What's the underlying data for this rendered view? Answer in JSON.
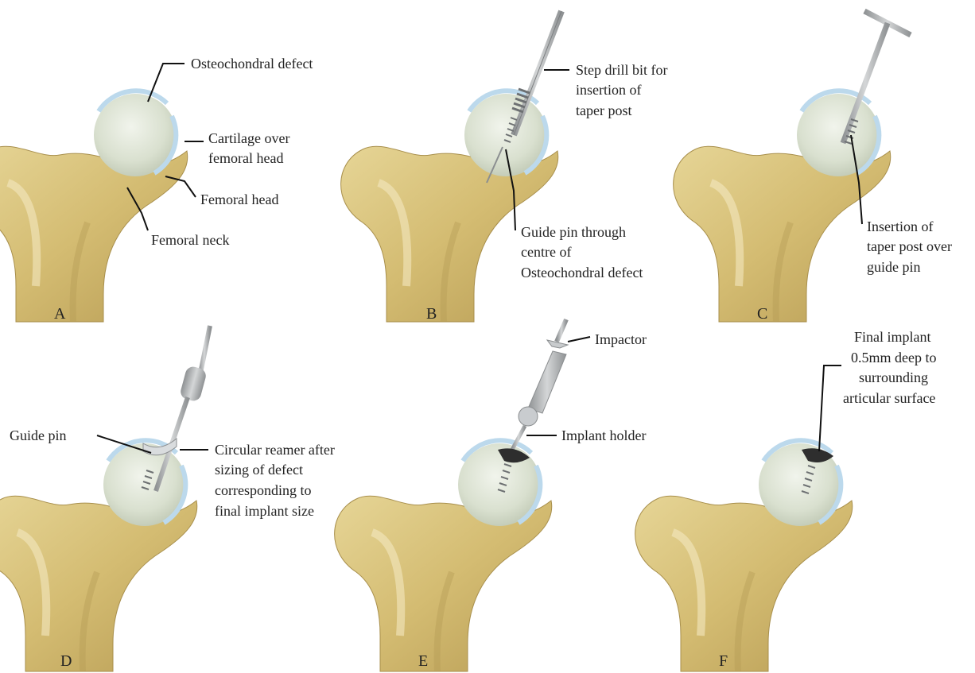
{
  "panels": {
    "A": {
      "letter": "A",
      "labels": {
        "osteochondral_defect": "Osteochondral defect",
        "cartilage_line1": "Cartilage over",
        "cartilage_line2": "femoral head",
        "femoral_head": "Femoral head",
        "femoral_neck": "Femoral neck"
      }
    },
    "B": {
      "letter": "B",
      "labels": {
        "step_drill_line1": "Step drill bit for",
        "step_drill_line2": "insertion of",
        "step_drill_line3": "taper post",
        "guide_pin_line1": "Guide pin through",
        "guide_pin_line2": "centre of",
        "guide_pin_line3": "Osteochondral defect"
      }
    },
    "C": {
      "letter": "C",
      "labels": {
        "insertion_line1": "Insertion of",
        "insertion_line2": "taper post over",
        "insertion_line3": "guide pin"
      }
    },
    "D": {
      "letter": "D",
      "labels": {
        "guide_pin": "Guide pin",
        "reamer_line1": "Circular reamer after",
        "reamer_line2": "sizing of defect",
        "reamer_line3": "corresponding to",
        "reamer_line4": "final implant size"
      }
    },
    "E": {
      "letter": "E",
      "labels": {
        "impactor": "Impactor",
        "implant_holder": "Implant holder"
      }
    },
    "F": {
      "letter": "F",
      "labels": {
        "final_line1": "Final implant",
        "final_line2": "0.5mm deep to",
        "final_line3": "surrounding",
        "final_line4": "articular surface"
      }
    }
  },
  "colors": {
    "bone": "#d8c17a",
    "bone_shadow": "#b9a05c",
    "cartilage": "#b9d7ea",
    "head": "#dde4d6",
    "instrument": "#a9acae",
    "implant": "#2e2e2e"
  }
}
